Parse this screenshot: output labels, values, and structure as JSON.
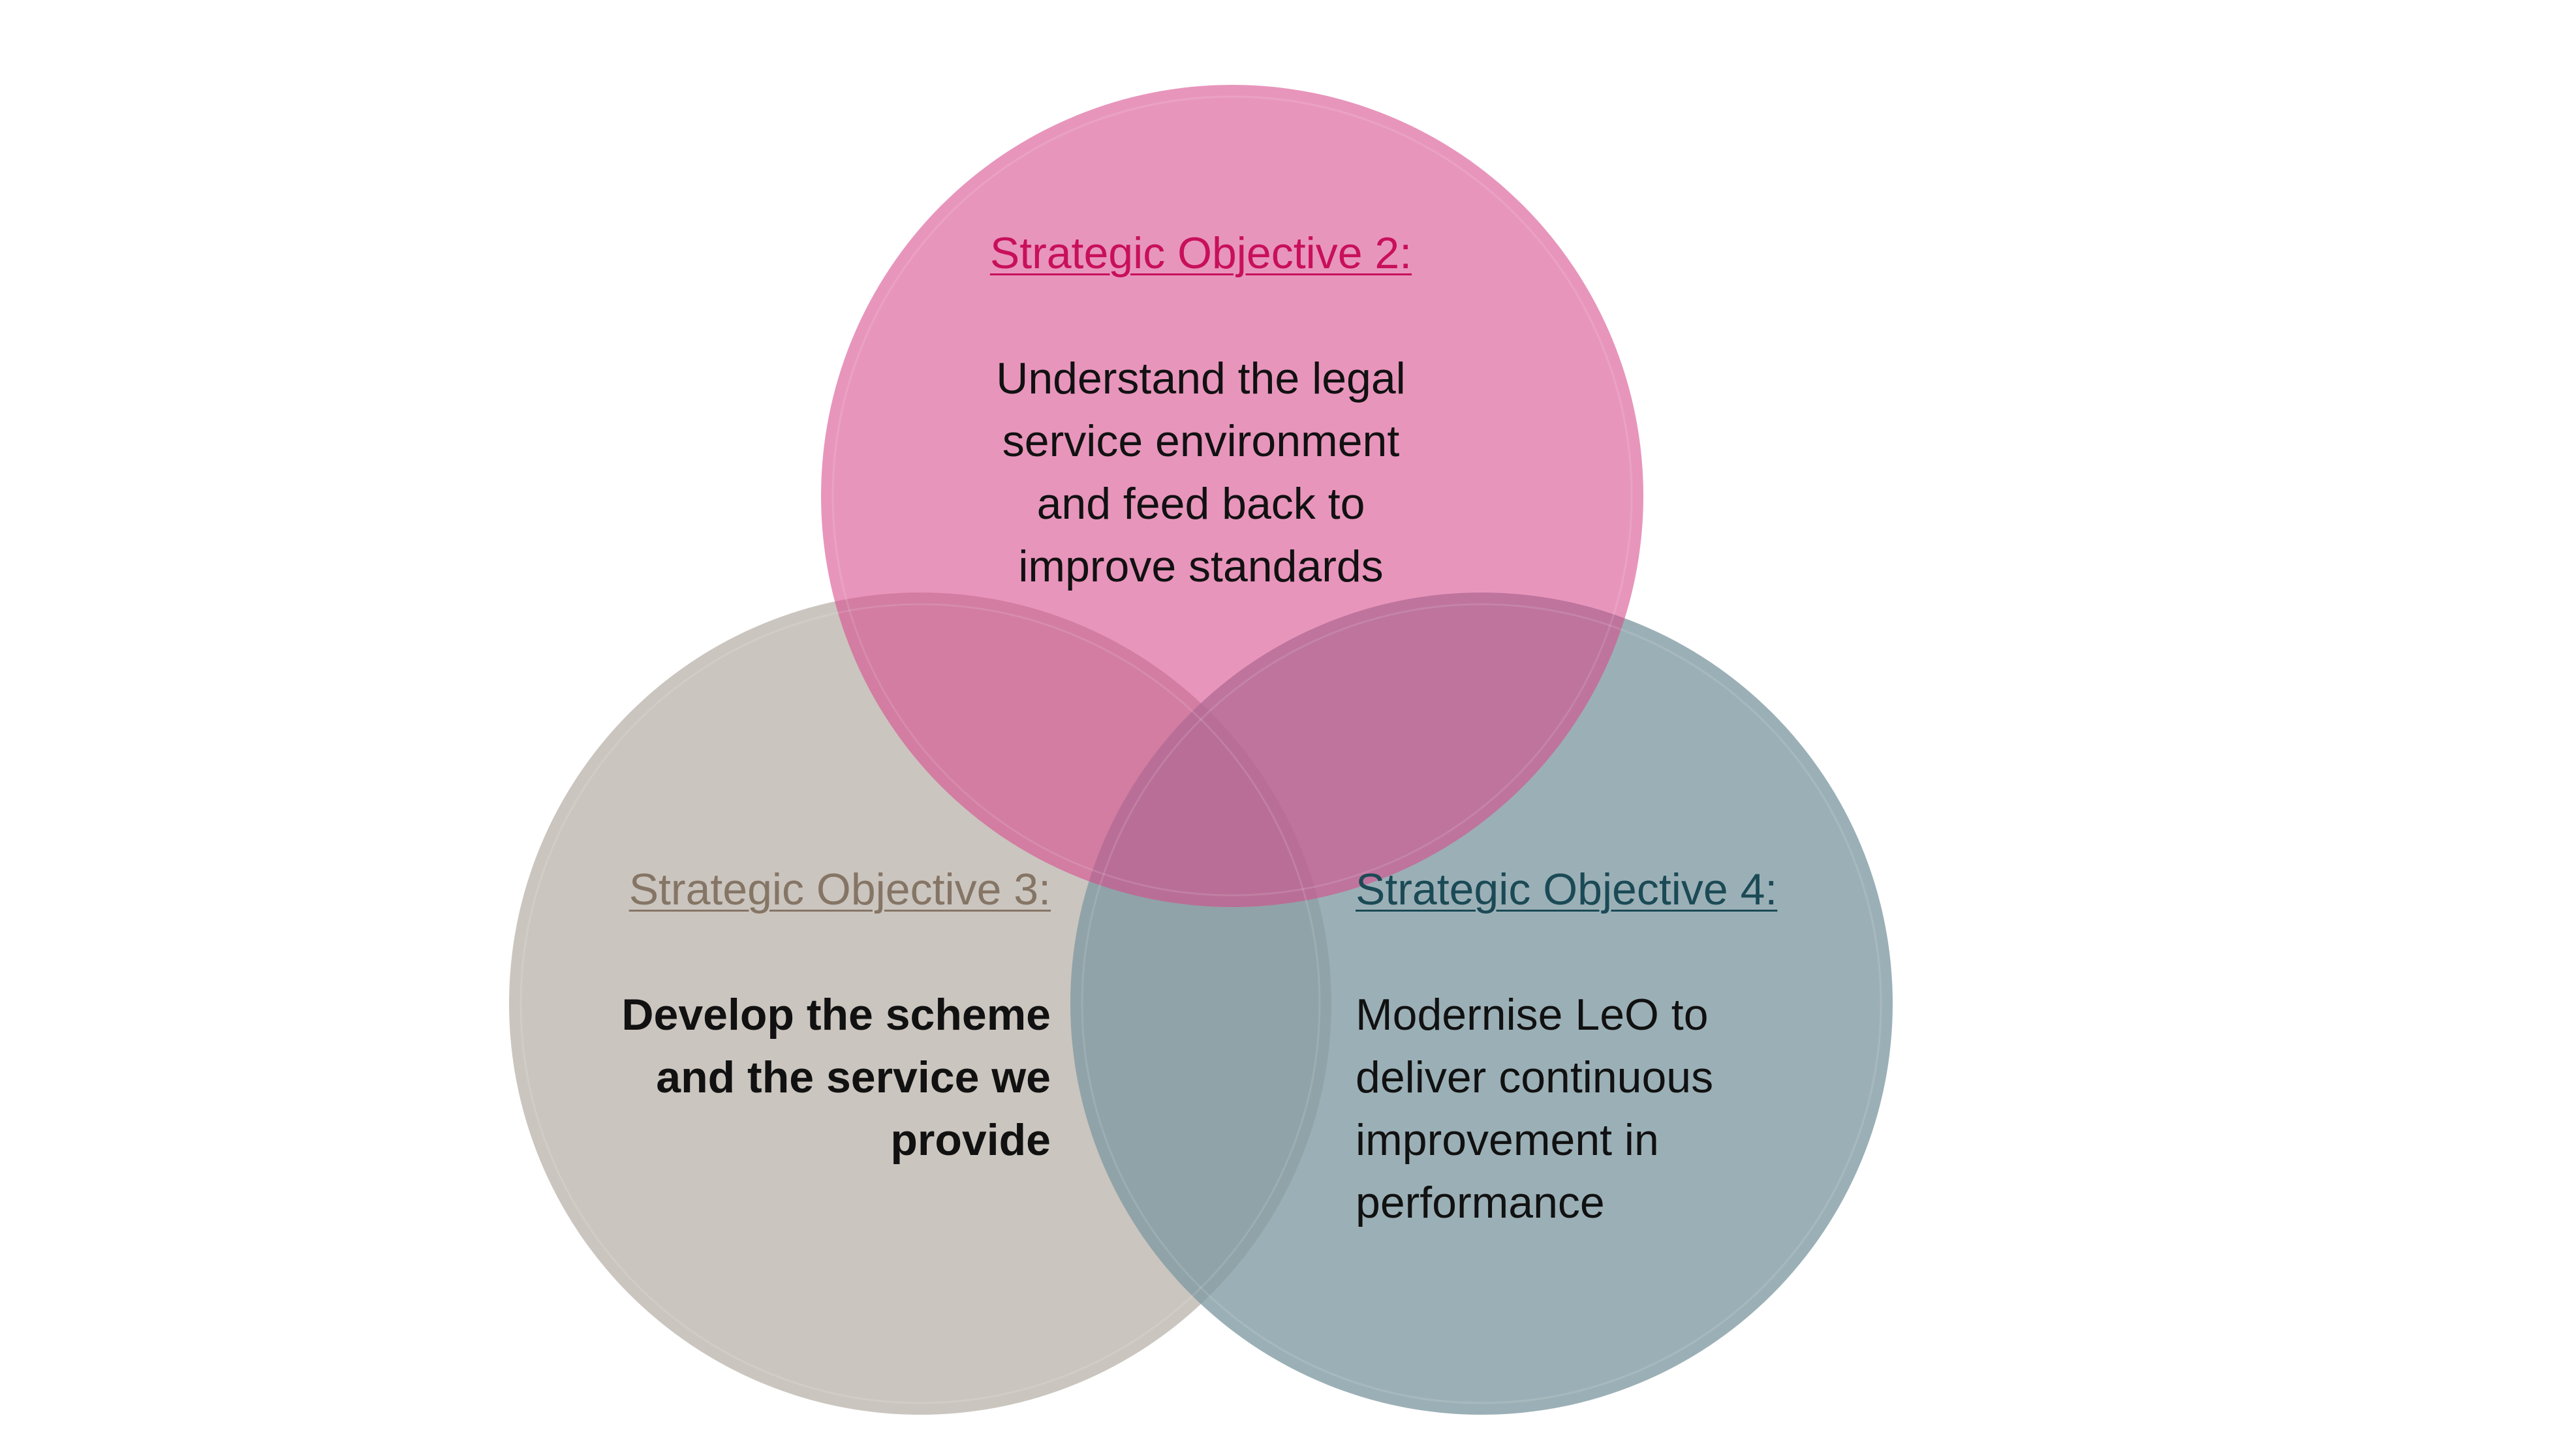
{
  "colors": {
    "background": "#ffffff",
    "circle_pink": "#e596bc",
    "circle_taupe": "#cbc5bf",
    "circle_teal": "#97adb2",
    "heading_pink": "#c8105a",
    "heading_taupe": "#857565",
    "heading_teal": "#1b4a56",
    "body_text": "#111111"
  },
  "objectives": {
    "obj2": {
      "heading": "Strategic Objective 2:",
      "lines": [
        "Understand the legal",
        "service environment",
        "and feed back to",
        "improve standards"
      ]
    },
    "obj3": {
      "heading": "Strategic Objective 3:",
      "lines": [
        "Develop the scheme",
        "and the service we",
        "provide"
      ]
    },
    "obj4": {
      "heading": "Strategic Objective 4:",
      "lines": [
        "Modernise LeO to",
        "deliver continuous",
        "improvement in",
        "performance"
      ]
    }
  }
}
